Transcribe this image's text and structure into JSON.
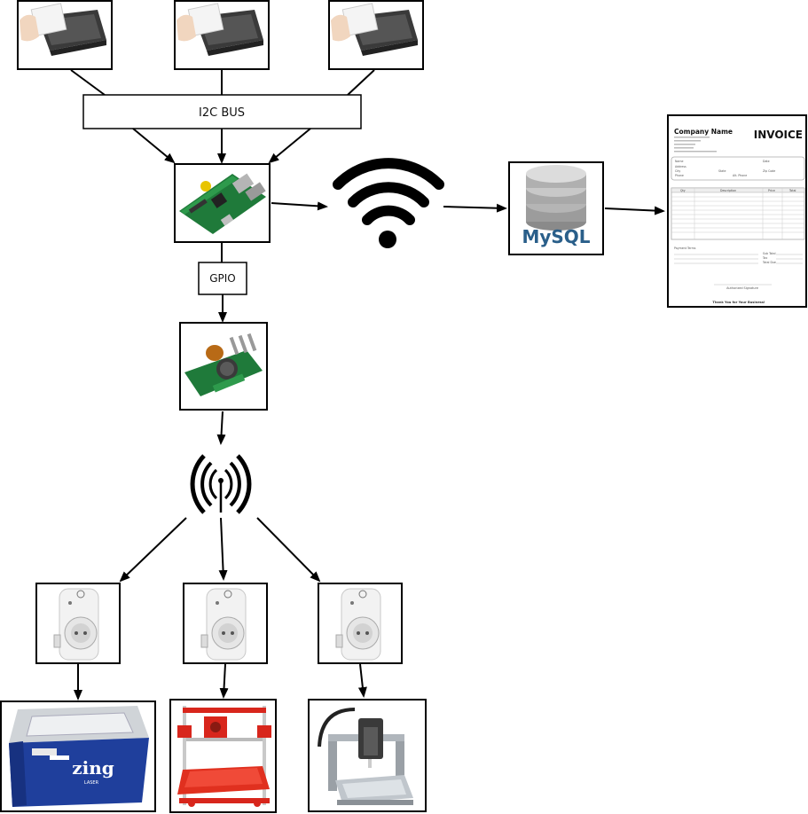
{
  "labels": {
    "bus": "I2C BUS",
    "gpio": "GPIO",
    "mysql_brand": "MySQL"
  },
  "invoice": {
    "company": "Company Name",
    "title": "INVOICE",
    "fields": [
      "Name",
      "Date",
      "Address",
      "City",
      "State",
      "Zip Code",
      "Phone",
      "Alt. Phone"
    ],
    "columns": [
      "Qty",
      "Description",
      "Price",
      "Total"
    ],
    "payment_terms": "Payment Terms",
    "totals": [
      "Sub Total",
      "Tax",
      "Total Due"
    ],
    "signature": "Authorized Signature",
    "footer": "Thank You for Your Business!"
  },
  "machines": {
    "laser_brand": "zing",
    "laser_sub": "LASER"
  },
  "colors": {
    "line": "#000000",
    "laser_blue": "#1f3f9c",
    "printer_red": "#d8261c",
    "pcb_green": "#1f7a3a",
    "mysql_blue": "#2a5f8a",
    "mysql_orange": "#e38a17"
  },
  "icons": [
    "rfid-reader-icon",
    "raspberry-pi-icon",
    "wifi-icon",
    "mysql-database-icon",
    "invoice-document-icon",
    "rf-transmitter-icon",
    "radio-antenna-icon",
    "smart-plug-icon",
    "laser-cutter-icon",
    "3d-printer-icon",
    "cnc-mill-icon"
  ]
}
